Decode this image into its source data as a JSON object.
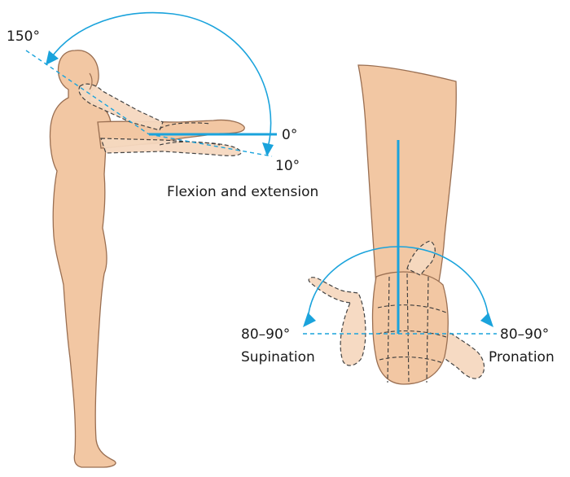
{
  "labels": {
    "deg_150": "150°",
    "deg_0": "0°",
    "deg_10": "10°",
    "flexion_extension": "Flexion and extension",
    "supination_deg": "80–90°",
    "pronation_deg": "80–90°",
    "supination": "Supination",
    "pronation": "Pronation"
  },
  "colors": {
    "skin": "#f2c7a3",
    "outline": "#9a6f52",
    "accent_blue": "#1aa3dc"
  }
}
